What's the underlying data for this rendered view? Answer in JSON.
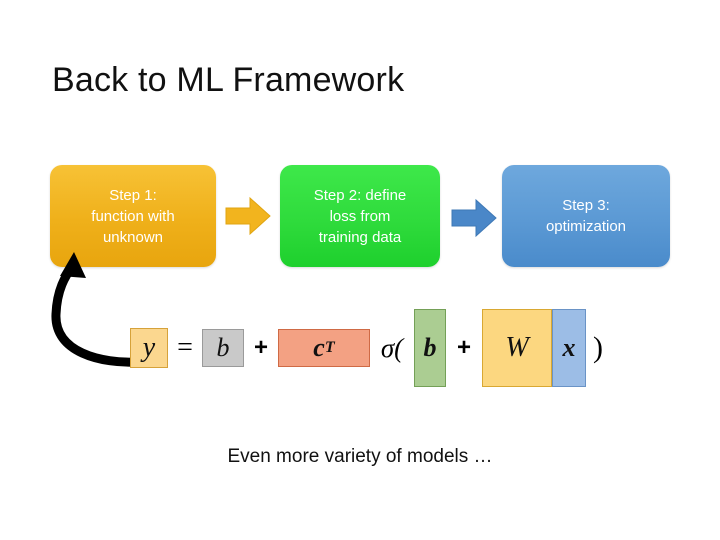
{
  "slide": {
    "title": "Back to ML Framework",
    "caption": "Even more variety of models …",
    "background_color": "#ffffff"
  },
  "steps": [
    {
      "id": "step-1",
      "label": "Step 1:\nfunction with\nunknown",
      "lines": [
        "Step 1:",
        "function with",
        "unknown"
      ],
      "color": "#efb01a",
      "text_color": "#ffffff"
    },
    {
      "id": "step-2",
      "label": "Step 2: define\nloss from\ntraining data",
      "lines": [
        "Step 2: define",
        "loss from",
        "training data"
      ],
      "color": "#2fdb3c",
      "text_color": "#ffffff"
    },
    {
      "id": "step-3",
      "label": "Step 3:\noptimization",
      "lines": [
        "Step 3:",
        "optimization"
      ],
      "color": "#5b99d4",
      "text_color": "#ffffff"
    }
  ],
  "connectors": [
    {
      "id": "arrow-1-2",
      "from": "step-1",
      "to": "step-2",
      "color": "#f2b41e",
      "shape": "block-arrow-right"
    },
    {
      "id": "arrow-2-3",
      "from": "step-2",
      "to": "step-3",
      "color": "#4a87c8",
      "shape": "block-arrow-right"
    },
    {
      "id": "feedback-arrow",
      "from": "formula",
      "to": "step-1",
      "color": "#000000",
      "shape": "curved-arrow"
    }
  ],
  "formula": {
    "expression": "y = b + c^T σ( b + W x )",
    "tokens": [
      {
        "id": "tok-y",
        "text": "y",
        "kind": "variable",
        "box_color": "#fbd78f",
        "border_color": "#d6a23a"
      },
      {
        "id": "tok-eq",
        "text": "=",
        "kind": "operator"
      },
      {
        "id": "tok-b1",
        "text": "b",
        "kind": "variable",
        "box_color": "#c9c9c9",
        "border_color": "#9a9a9a"
      },
      {
        "id": "tok-plus1",
        "text": "+",
        "kind": "operator"
      },
      {
        "id": "tok-cT",
        "text": "c",
        "sup": "T",
        "kind": "variable",
        "box_color": "#f3a183",
        "border_color": "#cf6a45"
      },
      {
        "id": "tok-sigma",
        "text": "σ(",
        "kind": "operator"
      },
      {
        "id": "tok-b2",
        "text": "b",
        "kind": "variable",
        "box_color": "#abcd92",
        "border_color": "#74a057"
      },
      {
        "id": "tok-plus2",
        "text": "+",
        "kind": "operator"
      },
      {
        "id": "tok-W",
        "text": "W",
        "kind": "variable",
        "box_color": "#fcd780",
        "border_color": "#d9a832"
      },
      {
        "id": "tok-x",
        "text": "x",
        "kind": "variable",
        "box_color": "#9cbde6",
        "border_color": "#6a93c6"
      },
      {
        "id": "tok-rparen",
        "text": ")",
        "kind": "operator"
      }
    ]
  }
}
